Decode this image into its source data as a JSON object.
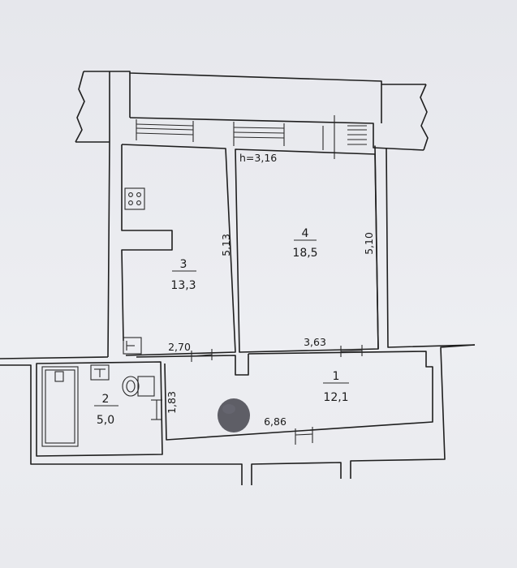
{
  "ceiling_height": "h=3,16",
  "rooms": [
    {
      "number": "1",
      "area": "12,1"
    },
    {
      "number": "2",
      "area": "5,0"
    },
    {
      "number": "3",
      "area": "13,3"
    },
    {
      "number": "4",
      "area": "18,5"
    }
  ],
  "dimensions": {
    "room3_length": "5,13",
    "room4_length": "5,10",
    "room3_width": "2,70",
    "room4_width": "3,63",
    "room1_length": "6,86",
    "room2_length": "1,83"
  },
  "icons": {
    "stove": "stove-icon",
    "sink": "sink-icon",
    "toilet": "toilet-icon",
    "bathtub": "bathtub-icon",
    "redaction": "redaction-blot"
  }
}
